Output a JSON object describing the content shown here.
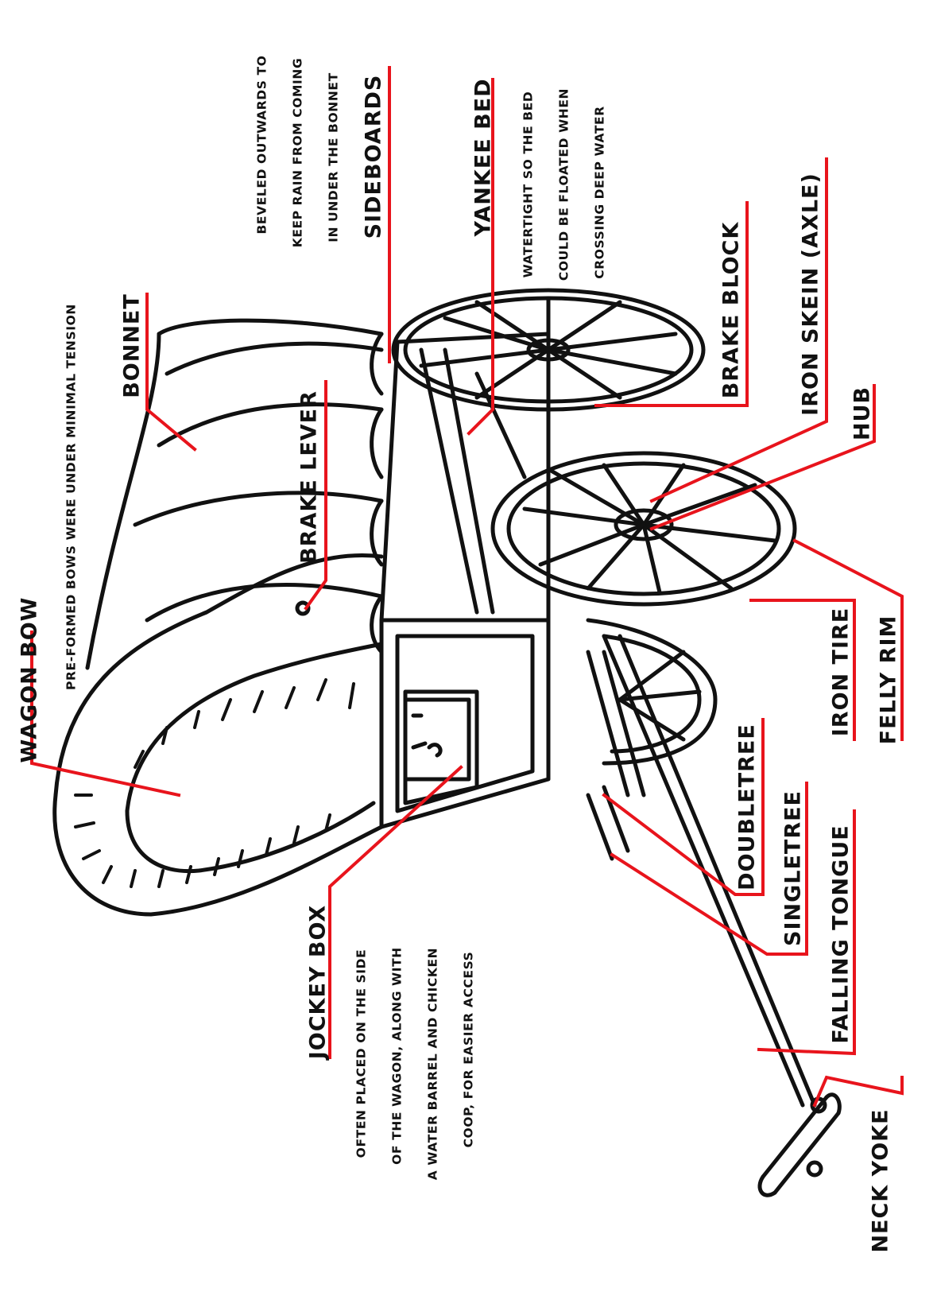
{
  "labels": {
    "wagon_bow": "WAGON BOW",
    "wagon_bow_note": "PRE-FORMED BOWS WERE UNDER MINIMAL TENSION",
    "bonnet": "BONNET",
    "brake_lever": "BRAKE LEVER",
    "sideboards_note_1": "BEVELED OUTWARDS TO",
    "sideboards_note_2": "KEEP RAIN FROM COMING",
    "sideboards_note_3": "IN UNDER THE BONNET",
    "sideboards": "SIDEBOARDS",
    "yankee_bed": "YANKEE BED",
    "yankee_bed_note_1": "WATERTIGHT SO THE BED",
    "yankee_bed_note_2": "COULD BE FLOATED WHEN",
    "yankee_bed_note_3": "CROSSING DEEP WATER",
    "brake_block": "BRAKE BLOCK",
    "iron_skein": "IRON SKEIN (AXLE)",
    "hub": "HUB",
    "iron_tire": "IRON TIRE",
    "felly_rim": "FELLY RIM",
    "doubletree": "DOUBLETREE",
    "singletree": "SINGLETREE",
    "falling_tongue": "FALLING TONGUE",
    "neck_yoke": "NECK YOKE",
    "jockey_box": "JOCKEY BOX",
    "jockey_box_note_1": "OFTEN PLACED ON THE SIDE",
    "jockey_box_note_2": "OF THE WAGON, ALONG WITH",
    "jockey_box_note_3": "A WATER BARREL AND CHICKEN",
    "jockey_box_note_4": "COOP, FOR EASIER ACCESS"
  },
  "colors": {
    "leader_line": "#e8141c",
    "ink": "#111111",
    "background": "#ffffff"
  }
}
